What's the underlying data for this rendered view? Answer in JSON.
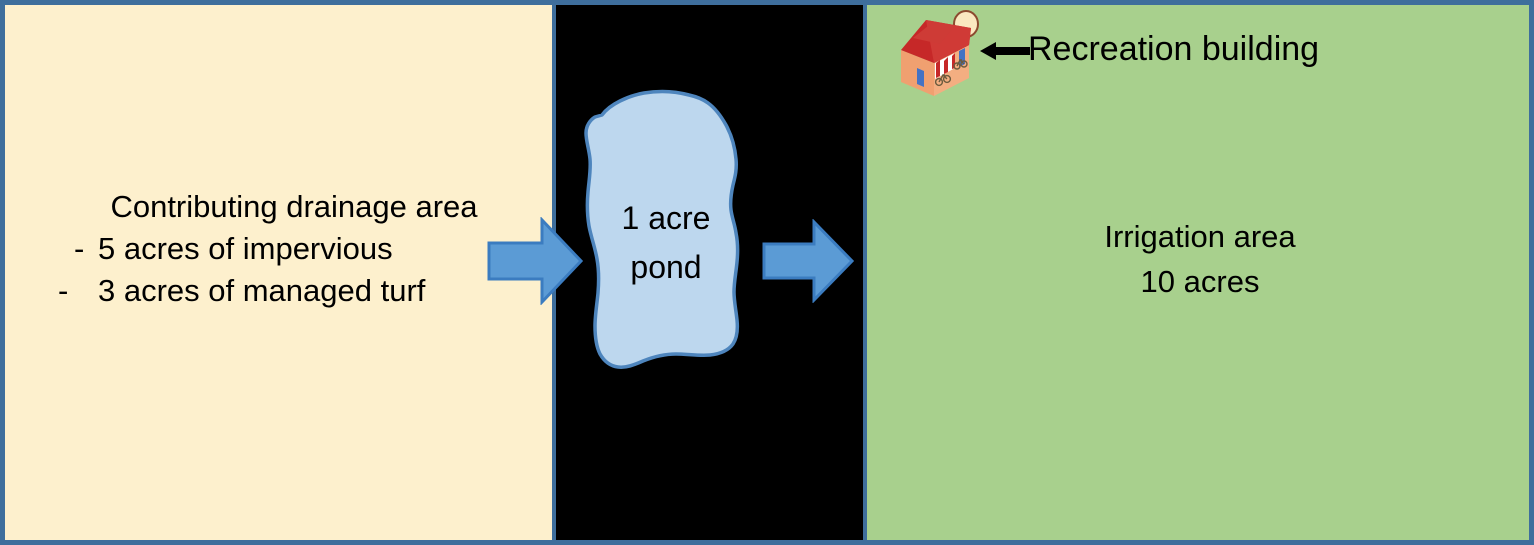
{
  "diagram": {
    "title_alt": "Stormwater pond irrigation reuse diagram",
    "colors": {
      "frame_border": "#3E6E9C",
      "drainage_panel": "#FDF0CD",
      "pond_zone": "#000000",
      "irrigation_panel": "#A8D08D",
      "pond_fill": "#BDD7EE",
      "pond_stroke": "#4E85BD",
      "arrow_fill": "#5B9BD5",
      "arrow_stroke": "#3B7CC0",
      "callout_arrow": "#000000",
      "text": "#000000"
    }
  },
  "drainage": {
    "title": "Contributing drainage area",
    "bullets": [
      {
        "dash": "-",
        "text": "5 acres of impervious"
      },
      {
        "dash": "-",
        "text": "3 acres of managed turf"
      }
    ]
  },
  "pond": {
    "line1": "1 acre",
    "line2": "pond"
  },
  "irrigation": {
    "line1": "Irrigation area",
    "line2": "10 acres"
  },
  "recreation": {
    "label": "Recreation building"
  },
  "icons": {
    "flow_arrow_1": "right-arrow-icon",
    "flow_arrow_2": "right-arrow-icon",
    "callout_arrow": "left-arrow-icon",
    "building": "recreation-building-icon",
    "pond": "pond-shape-icon"
  }
}
